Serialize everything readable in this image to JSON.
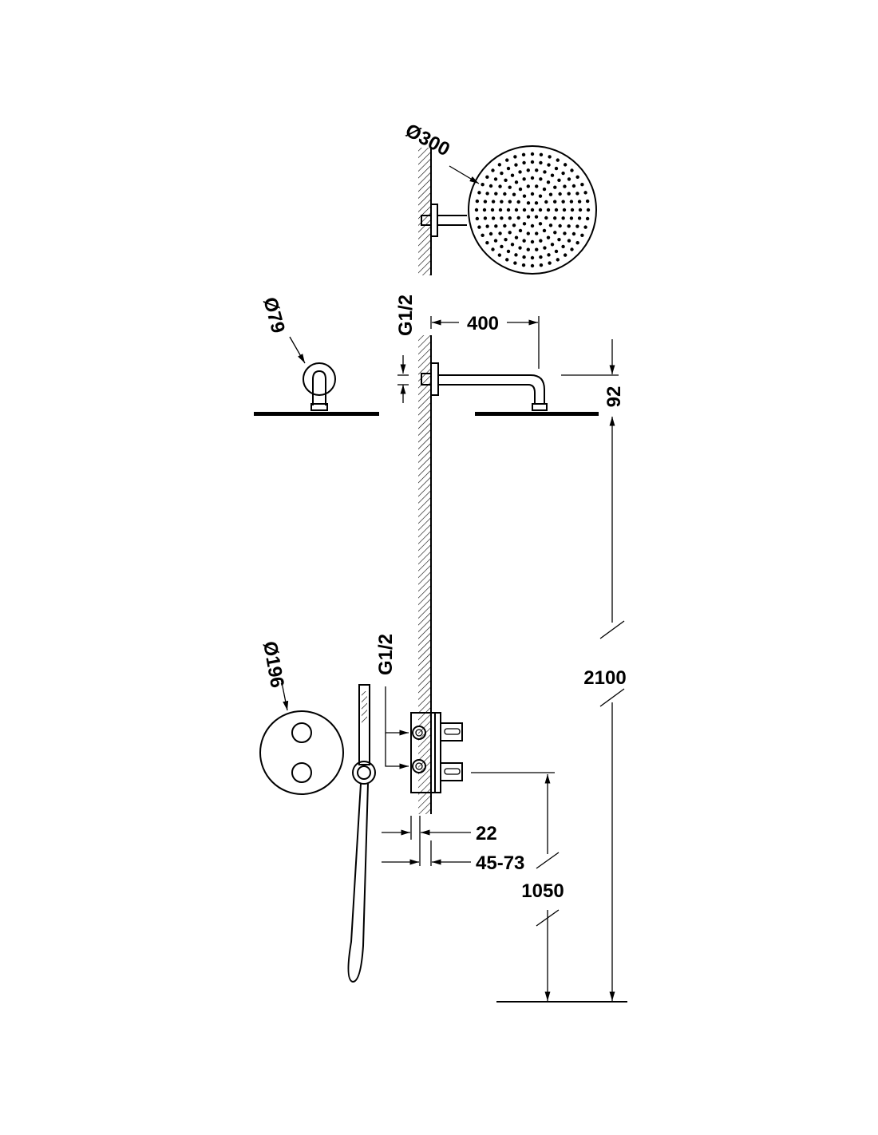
{
  "drawing": {
    "line_color": "#000000",
    "background": "#ffffff",
    "labels": {
      "head_diameter": "Ø300",
      "flange_diameter": "Ø79",
      "mixer_plate_diameter": "Ø196",
      "upper_thread": "G1/2",
      "lower_thread": "G1/2",
      "arm_length": "400",
      "head_drop": "92",
      "head_height": "2100",
      "mixer_height": "1050",
      "wall_offset": "22",
      "embed_depth": "45-73"
    }
  }
}
